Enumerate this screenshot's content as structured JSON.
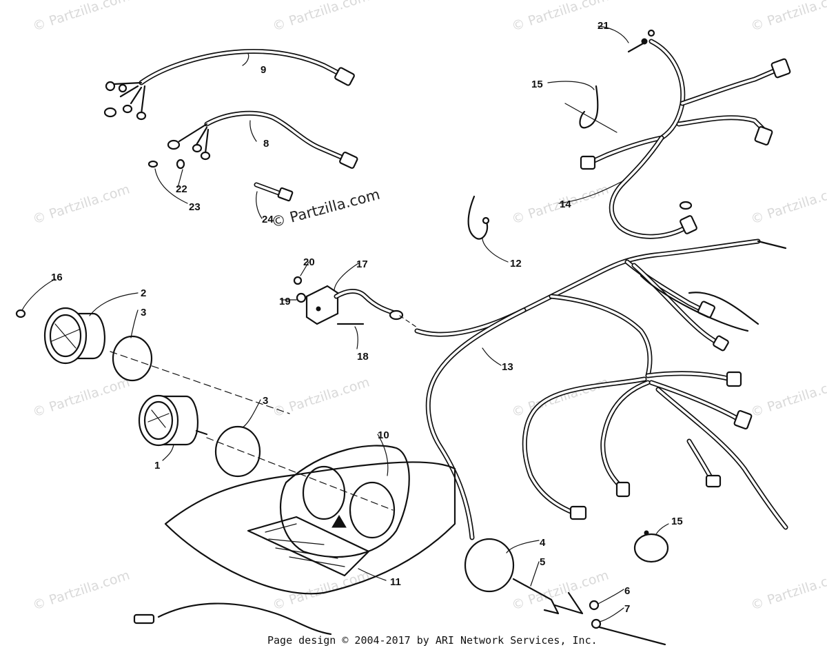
{
  "watermark": "© Partzilla.com",
  "footer": "Page design © 2004-2017 by ARI Network Services, Inc.",
  "callouts": [
    {
      "id": "1",
      "label": "1"
    },
    {
      "id": "2",
      "label": "2"
    },
    {
      "id": "3a",
      "label": "3"
    },
    {
      "id": "3b",
      "label": "3"
    },
    {
      "id": "4",
      "label": "4"
    },
    {
      "id": "5",
      "label": "5"
    },
    {
      "id": "6",
      "label": "6"
    },
    {
      "id": "7",
      "label": "7"
    },
    {
      "id": "8",
      "label": "8"
    },
    {
      "id": "9",
      "label": "9"
    },
    {
      "id": "10",
      "label": "10"
    },
    {
      "id": "11",
      "label": "11"
    },
    {
      "id": "12",
      "label": "12"
    },
    {
      "id": "13",
      "label": "13"
    },
    {
      "id": "14",
      "label": "14"
    },
    {
      "id": "15a",
      "label": "15"
    },
    {
      "id": "15b",
      "label": "15"
    },
    {
      "id": "16",
      "label": "16"
    },
    {
      "id": "17",
      "label": "17"
    },
    {
      "id": "18",
      "label": "18"
    },
    {
      "id": "19",
      "label": "19"
    },
    {
      "id": "20",
      "label": "20"
    },
    {
      "id": "21",
      "label": "21"
    },
    {
      "id": "22",
      "label": "22"
    },
    {
      "id": "23",
      "label": "23"
    },
    {
      "id": "24",
      "label": "24"
    }
  ],
  "colors": {
    "ink": "#111111",
    "watermark": "#d9d9d9",
    "background": "#ffffff"
  }
}
